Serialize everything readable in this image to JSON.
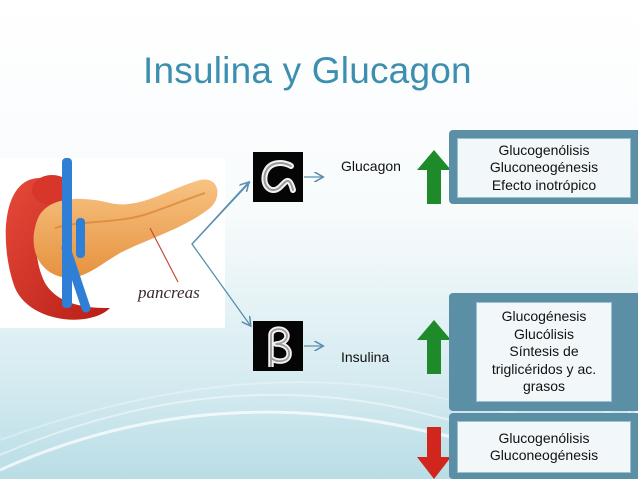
{
  "title": "Insulina y Glucagon",
  "pancreas_label": "pancreas",
  "glucagon": {
    "hormone_label": "Glucagon",
    "symbol": "alpha-glyph",
    "direction": "up",
    "effects": [
      "Glucogenólisis",
      "Gluconeogénesis",
      "Efecto inotrópico"
    ]
  },
  "insulina": {
    "hormone_label": "Insulina",
    "symbol": "beta-glyph",
    "up": {
      "direction": "up",
      "effects": [
        "Glucogénesis",
        "Glucólisis",
        "Síntesis de",
        "triglicéridos y ac.",
        "grasos"
      ]
    },
    "down": {
      "direction": "down",
      "effects": [
        "Glucogenólisis",
        "Gluconeogénesis"
      ]
    }
  },
  "colors": {
    "title": "#3c8fae",
    "up_arrow": "#1f8a2a",
    "down_arrow": "#d0261e",
    "panel": "#5a8fa6",
    "connector": "#5b8fb0"
  }
}
